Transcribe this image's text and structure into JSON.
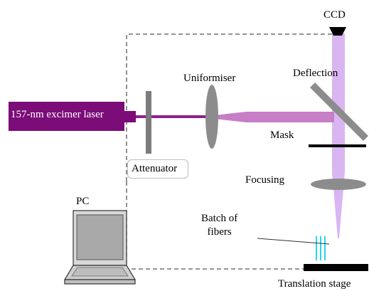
{
  "labels": {
    "laser": "157-nm excimer laser",
    "attenuator": "Attenuator",
    "uniformiser": "Uniformiser",
    "deflection": "Deflection",
    "ccd": "CCD",
    "mask": "Mask",
    "focusing": "Focusing",
    "pc": "PC",
    "batch_line1": "Batch of",
    "batch_line2": "fibers",
    "translation_stage": "Translation stage"
  },
  "colors": {
    "laser_body": "#7b0c78",
    "beam": "#8f1f8c",
    "beam_expanded": "#c77ec7",
    "beam_vertical": "#d9b6f2",
    "optics_gray": "#8c8c8c",
    "fibers": "#2ad3f0",
    "stage": "#000000",
    "dashed_frame": "#555555"
  }
}
